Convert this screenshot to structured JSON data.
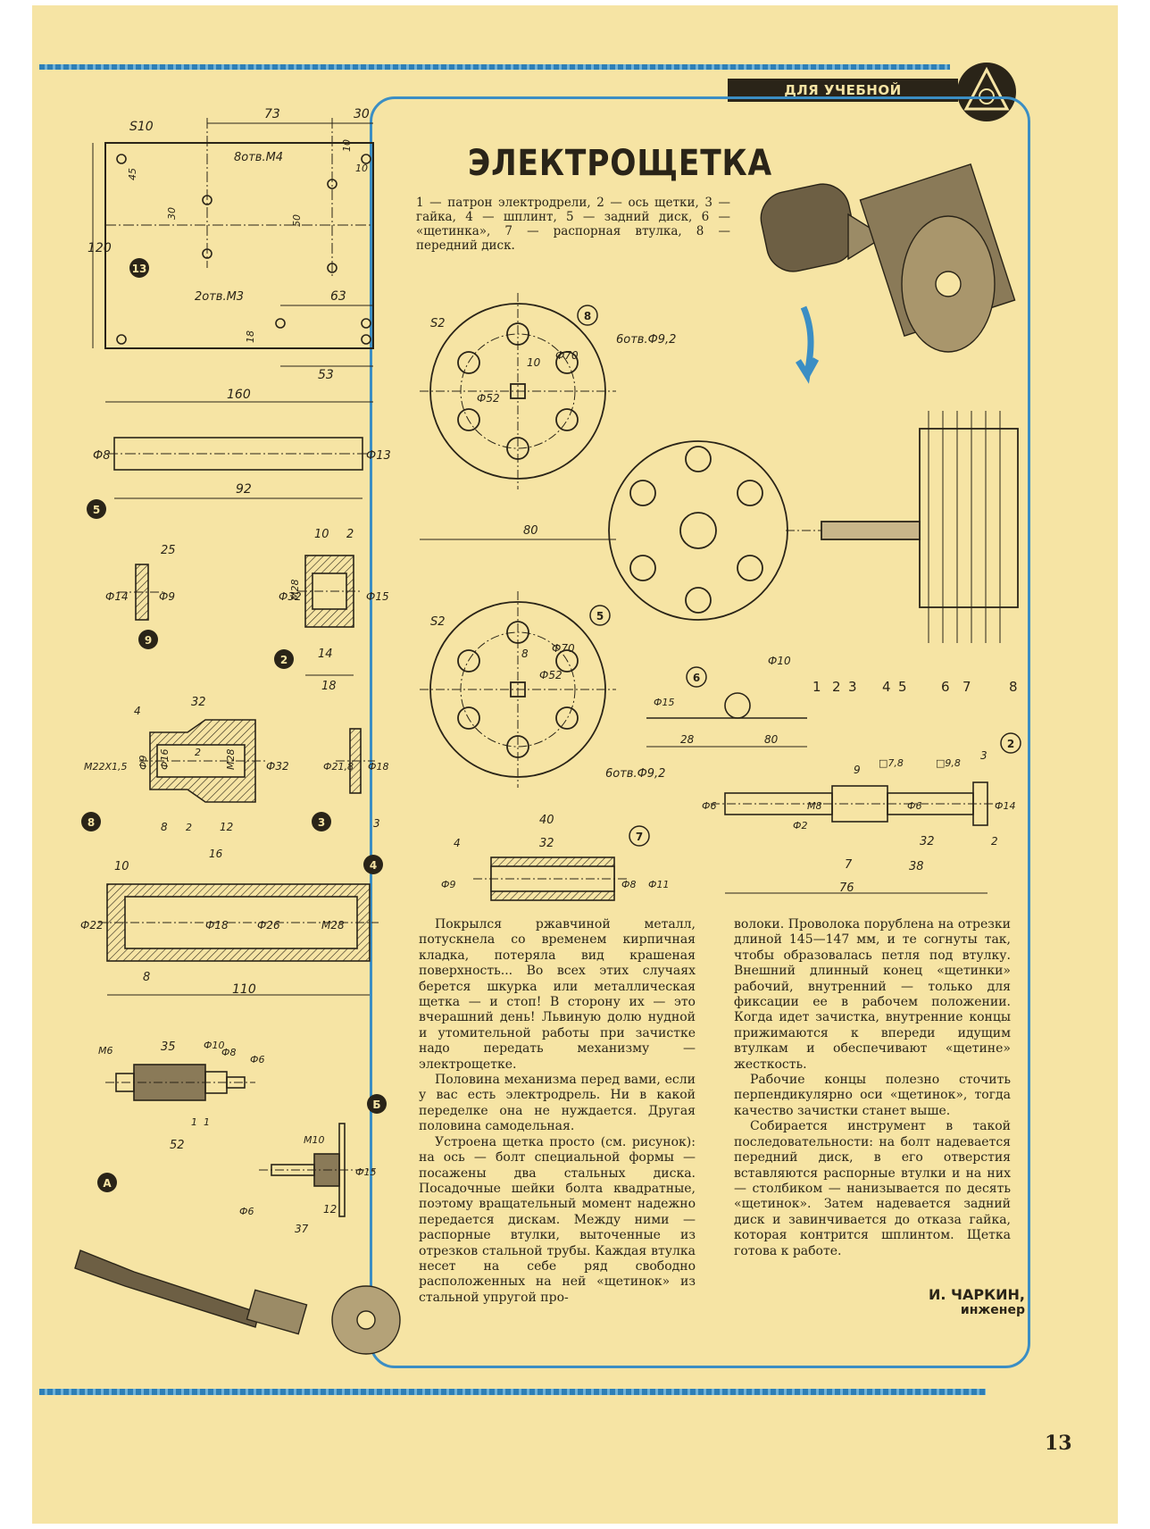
{
  "header": {
    "section_label": "ДЛЯ УЧЕБНОЙ МАСТЕРСКОЙ"
  },
  "article": {
    "title": "ЭЛЕКТРОЩЕТКА",
    "caption": "1 — патрон электродрели, 2 — ось щетки, 3 — гайка, 4 — шплинт, 5 — задний диск, 6 — «щетинка», 7 — распорная втулка, 8 — передний диск.",
    "paragraphs_left": [
      "Покрылся ржавчиной металл, потускнела со временем кирпичная кладка, потеряла вид крашеная поверхность... Во всех этих случаях берется шкурка или металлическая щетка — и стоп! В сторону их — это вчерашний день! Львиную долю нудной и утомительной работы при зачистке надо передать механизму — электрощетке.",
      "Половина механизма перед вами, если у вас есть электродрель. Ни в какой переделке она не нуждается. Другая половина самодельная.",
      "Устроена щетка просто (см. рисунок): на ось — болт специальной формы — посажены два стальных диска. Посадочные шейки болта квадратные, поэтому вращательный момент надежно передается дискам. Между ними — распорные втулки, выточенные из отрезков стальной трубы. Каждая втулка несет на себе ряд свободно расположенных на ней «щетинок» из стальной упругой про-"
    ],
    "paragraphs_right": [
      "волоки. Проволока порублена на отрезки длиной 145—147 мм, и те согнуты так, чтобы образовалась петля под втулку. Внешний длинный конец «щетинки» рабочий, внутренний — только для фиксации ее в рабочем положении. Когда идет зачистка, внутренние концы прижимаются к впереди идущим втулкам и обеспечивают «щетине» жесткость.",
      "Рабочие концы полезно сточить перпендикулярно оси «щетинок», тогда качество зачистки станет выше.",
      "Собирается инструмент в такой последовательности: на болт надевается передний диск, в его отверстия вставляются распорные втулки и на них — столбиком — нанизывается по десять «щетинок». Затем надевается задний диск и завинчивается до отказа гайка, которая контрится шплинтом. Щетка готова к работе."
    ],
    "author": {
      "name": "И. ЧАРКИН,",
      "role": "инженер"
    }
  },
  "drawings": {
    "part_13": {
      "material": "S10",
      "dims": [
        "73",
        "30",
        "10",
        "10",
        "45",
        "30",
        "50",
        "120",
        "63",
        "18",
        "53",
        "160"
      ],
      "holes_m4": "8отв.М4",
      "holes_m3": "2отв.М3",
      "badge": "13"
    },
    "part_5": {
      "dims": [
        "Ф8",
        "Ф13",
        "92"
      ],
      "badge": "5"
    },
    "part_9": {
      "dims": [
        "25",
        "Ф14",
        "Ф9"
      ],
      "badge": "9"
    },
    "part_2": {
      "dims": [
        "10",
        "2",
        "Ф32",
        "М28",
        "Ф15",
        "14",
        "18"
      ],
      "badge": "2"
    },
    "part_8": {
      "dims": [
        "32",
        "4",
        "М22Х1,5",
        "Ф16",
        "Ф9",
        "2",
        "М28",
        "Ф32",
        "8",
        "2",
        "12",
        "16"
      ],
      "badge": "8"
    },
    "part_3": {
      "dims": [
        "Ф21,8",
        "Ф18",
        "3"
      ],
      "badge": "3"
    },
    "part_4": {
      "dims": [
        "10",
        "Ф22",
        "Ф18",
        "Ф26",
        "М28",
        "8",
        "110"
      ],
      "badge": "4"
    },
    "part_A": {
      "dims": [
        "М6",
        "35",
        "Ф10",
        "Ф8",
        "Ф6",
        "1",
        "1",
        "52"
      ],
      "badge": "А"
    },
    "part_B": {
      "dims": [
        "М10",
        "Ф6",
        "Ф15",
        "12",
        "37"
      ],
      "badge": "Б"
    },
    "disc_8": {
      "material": "S2",
      "holes": "6отв.Ф9,2",
      "dims": [
        "10",
        "Ф70",
        "Ф52"
      ],
      "badge": "8"
    },
    "disc_5": {
      "material": "S2",
      "holes": "6отв.Ф9,2",
      "dims": [
        "8",
        "Ф70",
        "Ф52"
      ],
      "badge": "5"
    },
    "assembly": {
      "dims": [
        "80"
      ],
      "labels": [
        "1",
        "2",
        "3",
        "4",
        "5",
        "6",
        "7",
        "8"
      ]
    },
    "bristle_6": {
      "dims": [
        "Ф10",
        "Ф15",
        "28",
        "80"
      ],
      "badge": "6"
    },
    "bushing_7": {
      "dims": [
        "40",
        "4",
        "32",
        "Ф9",
        "Ф8",
        "Ф11"
      ],
      "badge": "7"
    },
    "axle_2": {
      "dims": [
        "3",
        "9",
        "□7,8",
        "□9,8",
        "Ф6",
        "М8",
        "Ф6",
        "Ф14",
        "Ф2",
        "32",
        "2",
        "7",
        "38",
        "76"
      ],
      "badge": "2"
    }
  },
  "page_number": "13"
}
